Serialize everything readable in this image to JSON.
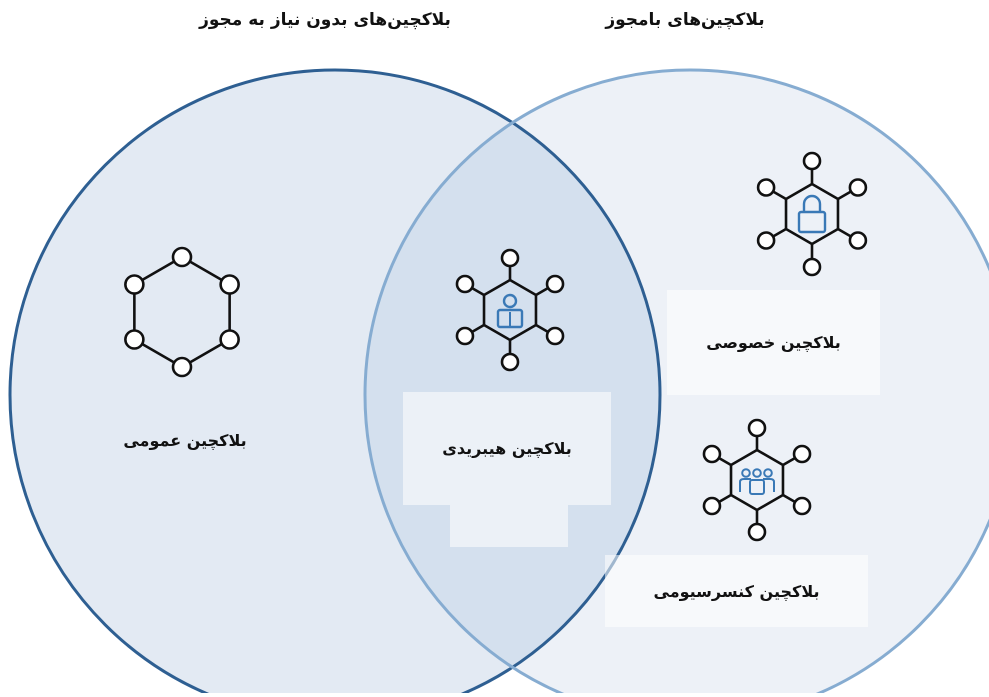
{
  "headings": {
    "permissionless": "بلاکچین‌های بدون نیاز به مجوز",
    "permissioned": "بلاکچین‌های بامجوز"
  },
  "labels": {
    "public": "بلاکچین عمومی",
    "hybrid": "بلاکچین هیبریدی",
    "private": "بلاکچین خصوصی",
    "consortium": "بلاکچین کنسرسیومی"
  },
  "icons": {
    "public": "hexagon-network-icon",
    "hybrid": "network-user-icon",
    "private": "network-lock-icon",
    "consortium": "network-group-icon"
  },
  "colors": {
    "left_circle_fill": "#e3eaf3",
    "left_circle_stroke": "#2e5f92",
    "right_circle_fill": "#edf1f7",
    "right_circle_stroke": "#86acd1",
    "intersection_fill": "#d4e0ee",
    "accent_icon": "#3a79b6",
    "node_stroke": "#111111"
  }
}
